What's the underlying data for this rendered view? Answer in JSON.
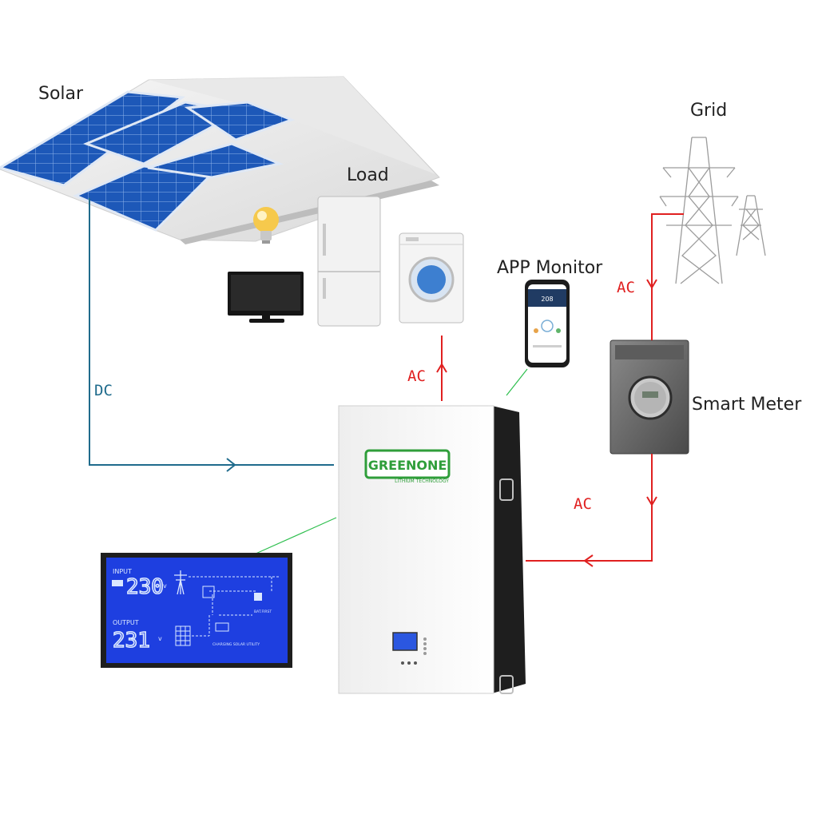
{
  "labels": {
    "solar": "Solar",
    "load": "Load",
    "grid": "Grid",
    "app_monitor": "APP Monitor",
    "smart_meter": "Smart Meter",
    "dc": "DC",
    "ac_load": "AC",
    "ac_grid": "AC",
    "ac_meter": "AC"
  },
  "battery": {
    "brand_name": "GREENONE",
    "brand_tagline": "LITHIUM  TECHNOLOGY"
  },
  "lcd": {
    "input_label": "INPUT",
    "input_value": "230",
    "input_unit": "v",
    "output_label": "OUTPUT",
    "output_value": "231",
    "output_unit": "v",
    "charging_label": "CHARGING SOLAR UTILITY",
    "bat_label": "BAT.FIRST"
  },
  "phone": {
    "screen_value": "208"
  },
  "colors": {
    "dc_line": "#1f6b8c",
    "ac_line": "#e02020",
    "monitor_link": "#2fbf4f",
    "lcd_background": "#1e3fe0",
    "brand_green": "#2f9e3a"
  },
  "icons": [
    "light-bulb-icon",
    "tv-icon",
    "fridge-icon",
    "washing-machine-icon",
    "pylon-icon",
    "smartphone-icon",
    "smart-meter-icon",
    "battery-icon",
    "lcd-display-icon"
  ]
}
